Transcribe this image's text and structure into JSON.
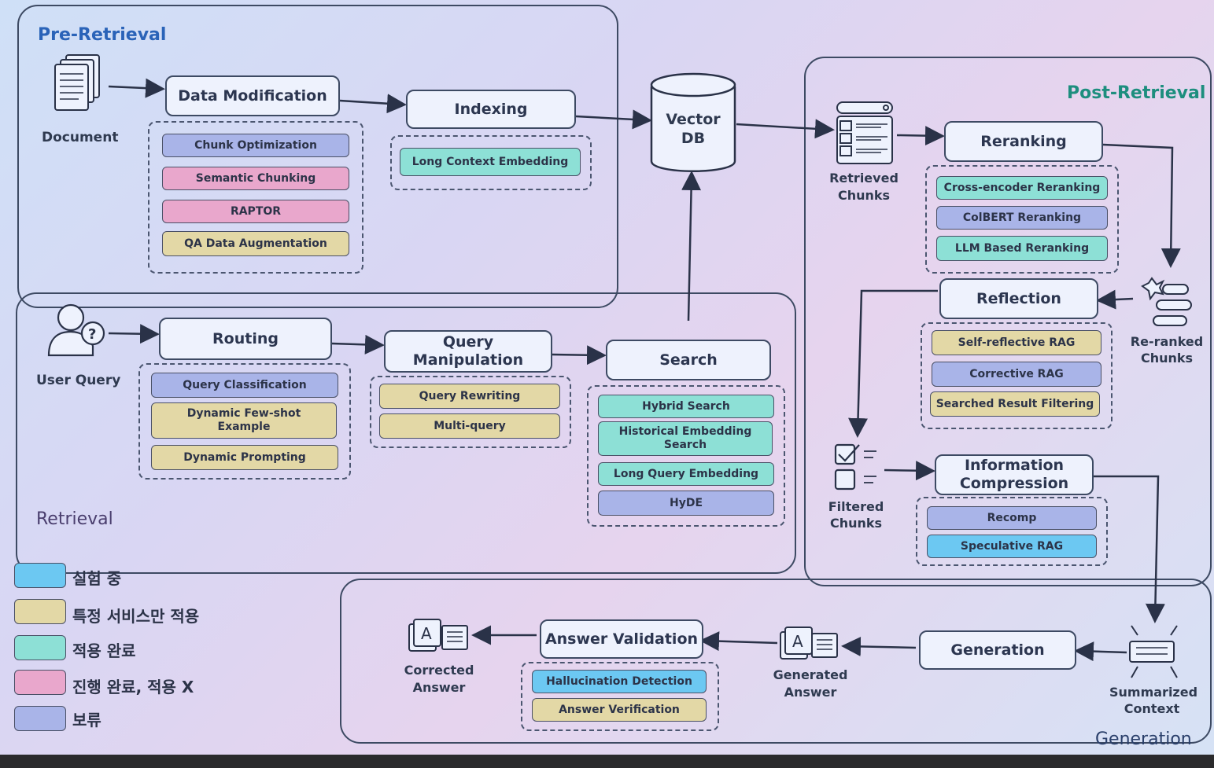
{
  "colors": {
    "experimenting": "#6cc8f2",
    "specific_service": "#e3d8a6",
    "applied": "#8de0d6",
    "done_not_applied": "#e9a7cc",
    "on_hold": "#a9b4e8",
    "title_blue": "#2a63b8"
  },
  "sections": {
    "pre_retrieval": "Pre-Retrieval",
    "retrieval": "Retrieval",
    "post_retrieval": "Post-Retrieval",
    "generation": "Generation"
  },
  "nodes": {
    "document": "Document",
    "data_modification": "Data Modification",
    "indexing": "Indexing",
    "vector_db_line1": "Vector",
    "vector_db_line2": "DB",
    "user_query": "User Query",
    "routing": "Routing",
    "query_manipulation_line1": "Query",
    "query_manipulation_line2": "Manipulation",
    "search": "Search",
    "retrieved_chunks_line1": "Retrieved",
    "retrieved_chunks_line2": "Chunks",
    "reranking": "Reranking",
    "reranked_chunks_line1": "Re-ranked",
    "reranked_chunks_line2": "Chunks",
    "reflection": "Reflection",
    "filtered_chunks_line1": "Filtered",
    "filtered_chunks_line2": "Chunks",
    "info_compression_line1": "Information",
    "info_compression_line2": "Compression",
    "summarized_context_line1": "Summarized",
    "summarized_context_line2": "Context",
    "generation": "Generation",
    "generated_answer_line1": "Generated",
    "generated_answer_line2": "Answer",
    "answer_validation": "Answer Validation",
    "corrected_answer_line1": "Corrected",
    "corrected_answer_line2": "Answer"
  },
  "tags": {
    "data_modification": [
      {
        "label": "Chunk Optimization",
        "status": "on_hold"
      },
      {
        "label": "Semantic Chunking",
        "status": "done_not_applied"
      },
      {
        "label": "RAPTOR",
        "status": "done_not_applied"
      },
      {
        "label": "QA Data Augmentation",
        "status": "specific_service"
      }
    ],
    "indexing": [
      {
        "label": "Long Context Embedding",
        "status": "applied"
      }
    ],
    "routing": [
      {
        "label": "Query Classification",
        "status": "on_hold"
      },
      {
        "label": "Dynamic Few-shot Example",
        "status": "specific_service"
      },
      {
        "label": "Dynamic Prompting",
        "status": "specific_service"
      }
    ],
    "query_manipulation": [
      {
        "label": "Query Rewriting",
        "status": "specific_service"
      },
      {
        "label": "Multi-query",
        "status": "specific_service"
      }
    ],
    "search": [
      {
        "label": "Hybrid Search",
        "status": "applied"
      },
      {
        "label": "Historical Embedding Search",
        "status": "applied"
      },
      {
        "label": "Long Query Embedding",
        "status": "applied"
      },
      {
        "label": "HyDE",
        "status": "on_hold"
      }
    ],
    "reranking": [
      {
        "label": "Cross-encoder Reranking",
        "status": "applied"
      },
      {
        "label": "ColBERT Reranking",
        "status": "on_hold"
      },
      {
        "label": "LLM Based Reranking",
        "status": "applied"
      }
    ],
    "reflection": [
      {
        "label": "Self-reflective RAG",
        "status": "specific_service"
      },
      {
        "label": "Corrective RAG",
        "status": "on_hold"
      },
      {
        "label": "Searched Result Filtering",
        "status": "specific_service"
      }
    ],
    "info_compression": [
      {
        "label": "Recomp",
        "status": "on_hold"
      },
      {
        "label": "Speculative RAG",
        "status": "experimenting"
      }
    ],
    "answer_validation": [
      {
        "label": "Hallucination Detection",
        "status": "experimenting"
      },
      {
        "label": "Answer Verification",
        "status": "specific_service"
      }
    ]
  },
  "legend": [
    {
      "label": "실험 중",
      "status": "experimenting"
    },
    {
      "label": "특정 서비스만 적용",
      "status": "specific_service"
    },
    {
      "label": "적용 완료",
      "status": "applied"
    },
    {
      "label": "진행 완료, 적용 X",
      "status": "done_not_applied"
    },
    {
      "label": "보류",
      "status": "on_hold"
    }
  ],
  "icons": {
    "document": "document-stack-icon",
    "user": "user-question-icon",
    "database": "database-cylinder-icon",
    "retrieved": "list-window-icon",
    "reranked": "ranked-list-icon",
    "filtered": "checklist-icon",
    "summarized": "context-card-icon",
    "answer": "answer-card-icon"
  }
}
